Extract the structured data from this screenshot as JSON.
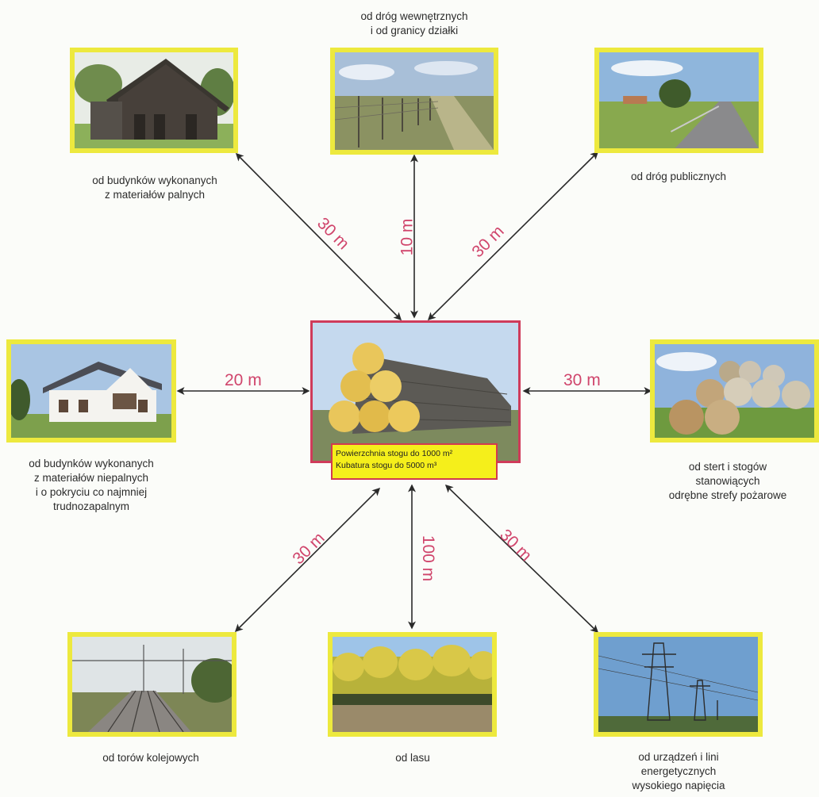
{
  "center": {
    "line1": "Powierzchnia stogu do 1000 m²",
    "line2": "Kubatura stogu do 5000 m³"
  },
  "items": [
    {
      "id": "fire-buildings",
      "caption": "od budynków wykonanych\nz materiałów palnych",
      "distance": "30 m",
      "photo": "wooden-barn"
    },
    {
      "id": "internal-roads",
      "caption": "od dróg wewnętrznych\ni od granicy działki",
      "distance": "10 m",
      "photo": "field-fence"
    },
    {
      "id": "public-roads",
      "caption": "od dróg publicznych",
      "distance": "30 m",
      "photo": "road"
    },
    {
      "id": "nonflammable-buildings",
      "caption": "od budynków wykonanych\nz materiałów niepalnych\ni o pokryciu co najmniej\ntrudnozapalnym",
      "distance": "20 m",
      "photo": "white-house"
    },
    {
      "id": "other-stacks",
      "caption": "od stert i stogów\nstanowiących\nodrębne strefy pożarowe",
      "distance": "30 m",
      "photo": "hay-bales"
    },
    {
      "id": "railway",
      "caption": "od torów kolejowych",
      "distance": "30 m",
      "photo": "railway-tracks"
    },
    {
      "id": "forest",
      "caption": "od lasu",
      "distance": "100 m",
      "photo": "forest"
    },
    {
      "id": "power-lines",
      "caption": "od urządzeń i lini\nenergetycznych\nwysokiego napięcia",
      "distance": "30 m",
      "photo": "power-pylons"
    }
  ],
  "colors": {
    "frame": "#ede93e",
    "center_border": "#cf3b5a",
    "distance_text": "#d0456c",
    "arrow": "#2a2a2a"
  }
}
